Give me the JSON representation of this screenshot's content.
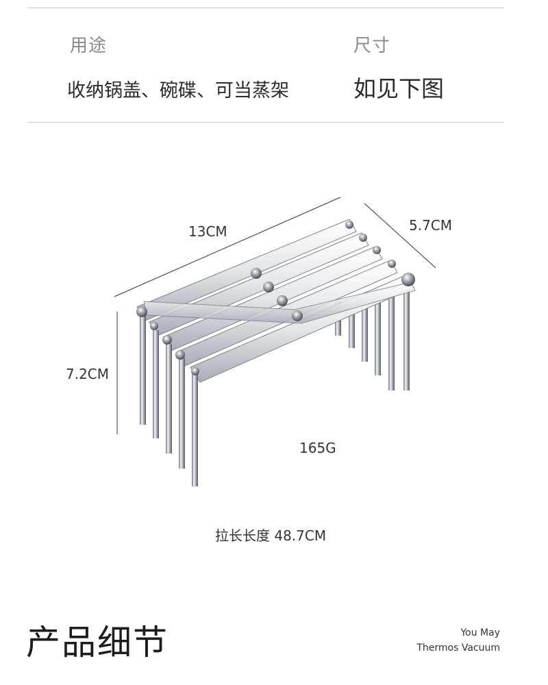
{
  "specs": {
    "usage_label": "用途",
    "usage_value": "收纳锅盖、碗碟、可当蒸架",
    "size_label": "尺寸",
    "size_value": "如见下图"
  },
  "dimensions": {
    "width": "13CM",
    "depth": "5.7CM",
    "height": "7.2CM",
    "weight": "165G",
    "extended_length": "拉长长度 48.7CM"
  },
  "section": {
    "title": "产品细节"
  },
  "brand": {
    "line1": "You May",
    "line2": "Thermos Vacuum"
  },
  "colors": {
    "text": "#333333",
    "label": "#8a8a8a",
    "rule": "#c9c9c9",
    "metal": "#c8ccd2"
  },
  "image": {
    "subject": "product-photo"
  }
}
